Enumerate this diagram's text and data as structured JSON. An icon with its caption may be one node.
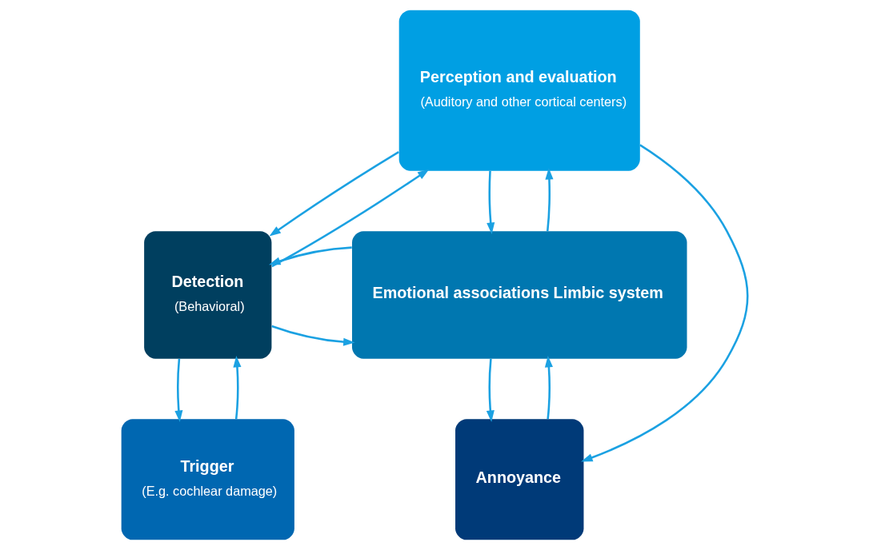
{
  "diagram": {
    "nodes": [
      {
        "text": [
          "Perception and evaluation",
          "(Auditory and other cortical centers)"
        ]
      },
      {
        "text": [
          "Detection",
          "(Behavioral)"
        ]
      },
      {
        "text": [
          "Emotional associations Limbic system"
        ]
      },
      {
        "text": [
          "Trigger",
          "(E.g. cochlear damage)"
        ]
      },
      {
        "text": [
          "Annoyance"
        ]
      }
    ],
    "edges": [
      {
        "from": 1,
        "to": 0,
        "arrow": "to"
      },
      {
        "from": 0,
        "to": 1,
        "arrow": "to"
      },
      {
        "from": 0,
        "to": 2,
        "arrow": "to"
      },
      {
        "from": 2,
        "to": 0,
        "arrow": "to"
      },
      {
        "from": 0,
        "to": 4,
        "arrow": "to"
      },
      {
        "from": 1,
        "to": 2,
        "arrow": "to"
      },
      {
        "from": 2,
        "to": 1,
        "arrow": "to"
      },
      {
        "from": 3,
        "to": 1,
        "arrow": "to"
      },
      {
        "from": 1,
        "to": 3,
        "arrow": "to"
      },
      {
        "from": 4,
        "to": 2,
        "arrow": "to"
      },
      {
        "from": 2,
        "to": 4,
        "arrow": "to"
      }
    ]
  }
}
